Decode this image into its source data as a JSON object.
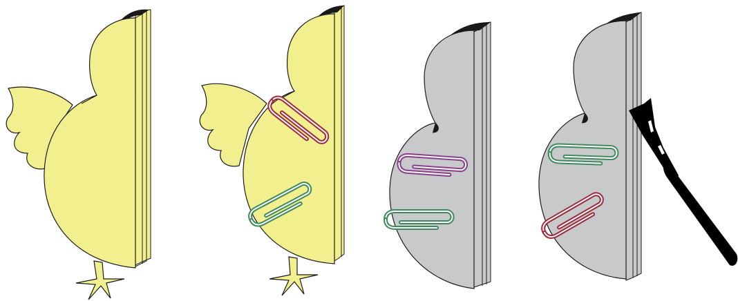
{
  "colors": {
    "background": "#ffffff",
    "yellow_paper": "#f2ef8f",
    "grey_paper": "#c8c9cb",
    "outline": "#1a1a1a",
    "clip_red": "#a0283a",
    "clip_green": "#3e8a5d",
    "clip_purple": "#8a3f8c",
    "brush": "#000000"
  },
  "figures": [
    {
      "id": "chick-booklet-plain",
      "paper": "yellow",
      "clips": []
    },
    {
      "id": "chick-booklet-clipped",
      "paper": "yellow",
      "clips": [
        "red",
        "green"
      ]
    },
    {
      "id": "blank-booklet-clipped",
      "paper": "grey",
      "clips": [
        "purple",
        "green"
      ]
    },
    {
      "id": "blank-booklet-glue",
      "paper": "grey",
      "clips": [
        "green",
        "red"
      ],
      "tool": "glue-brush-icon"
    }
  ]
}
